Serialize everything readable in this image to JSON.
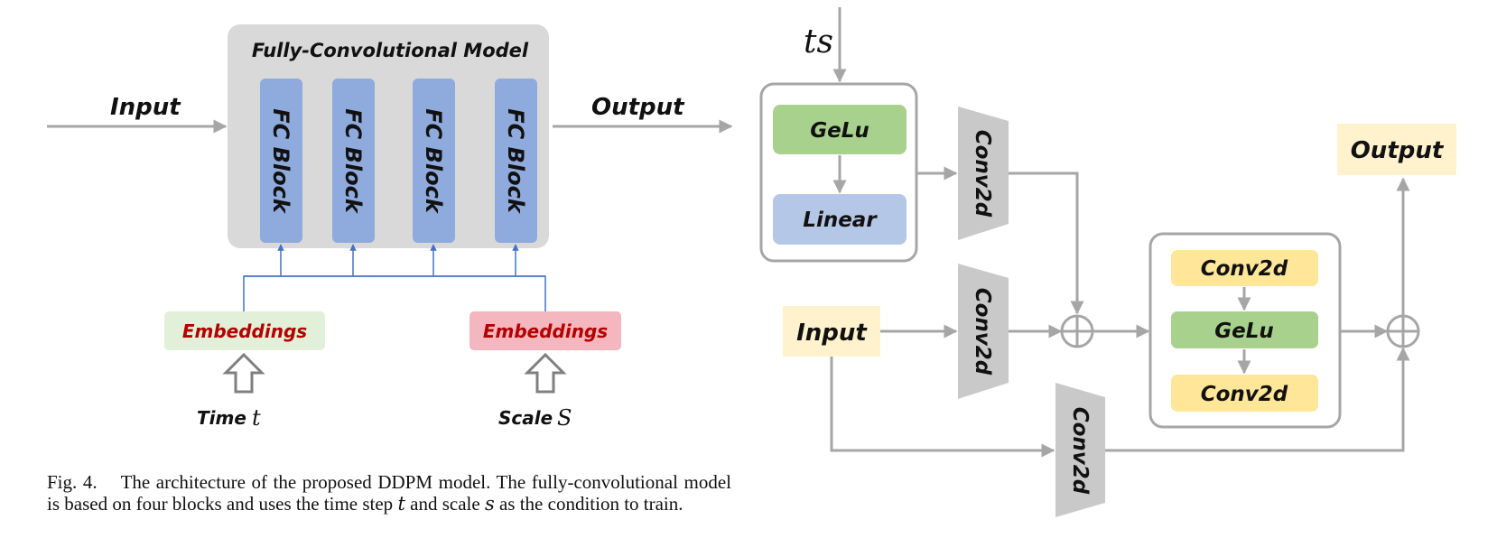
{
  "left": {
    "container_title": "Fully-Convolutional Model",
    "input_label": "Input",
    "output_label": "Output",
    "blocks": [
      "FC Block",
      "FC Block",
      "FC Block",
      "FC Block"
    ],
    "embed_time": "Embeddings",
    "embed_scale": "Embeddings",
    "time_label": "Time",
    "time_symbol": "t",
    "scale_label": "Scale",
    "scale_symbol": "S"
  },
  "right": {
    "ts_label": "ts",
    "gelu_top": "GeLu",
    "linear": "Linear",
    "conv_ts": "Conv2d",
    "conv_input": "Conv2d",
    "conv_skip": "Conv2d",
    "input_label": "Input",
    "output_label": "Output",
    "res_conv1": "Conv2d",
    "res_gelu": "GeLu",
    "res_conv2": "Conv2d"
  },
  "caption": {
    "prefix": "Fig. 4.",
    "text1": "The architecture of the proposed DDPM model. The fully-convolutional model is based on four blocks and uses the time step",
    "sym_t": "t",
    "text2": "and scale",
    "sym_s": "s",
    "text3": "as the condition to train."
  },
  "colors": {
    "gray_arrow": "#a6a6a6",
    "container": "#d9d9d9",
    "fc_block": "#8faadc",
    "embed_time_fill": "#e2f0d9",
    "embed_scale_fill": "#f4b6bf",
    "embed_text": "#b40000",
    "gelu": "#a9d18e",
    "linear": "#b4c7e7",
    "conv_yellow": "#ffe699",
    "io_box": "#fff2cc",
    "blue_line": "#4472c4"
  }
}
